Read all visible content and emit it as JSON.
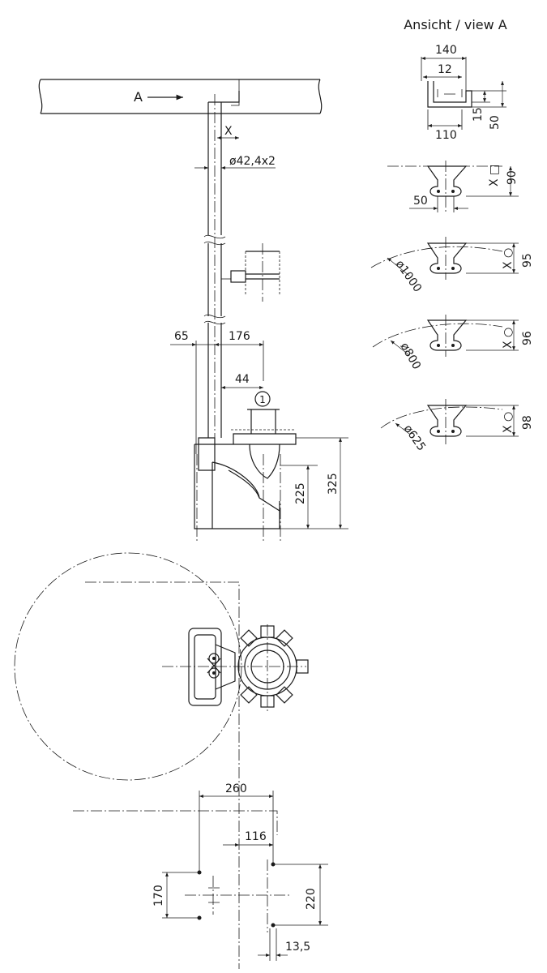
{
  "title": "Ansicht / view A",
  "view_a_label": "A",
  "callout": "1",
  "side_view": {
    "x": "X",
    "pipe": "ø42,4x2",
    "d65": "65",
    "d176": "176",
    "d44": "44",
    "d225": "225",
    "d325": "325"
  },
  "view_a": {
    "d140": "140",
    "d12": "12",
    "d15": "15",
    "d50": "50",
    "d110": "110"
  },
  "brackets": [
    {
      "symbol": "X □",
      "height": "90",
      "width": "50",
      "radius": ""
    },
    {
      "symbol": "X ○",
      "height": "95",
      "radius": "ø1000"
    },
    {
      "symbol": "X ○",
      "height": "96",
      "radius": "ø800"
    },
    {
      "symbol": "X ○",
      "height": "98",
      "radius": "ø625"
    }
  ],
  "base": {
    "d260": "260",
    "d116": "116",
    "d170": "170",
    "d220": "220",
    "d13_5": "13,5"
  }
}
